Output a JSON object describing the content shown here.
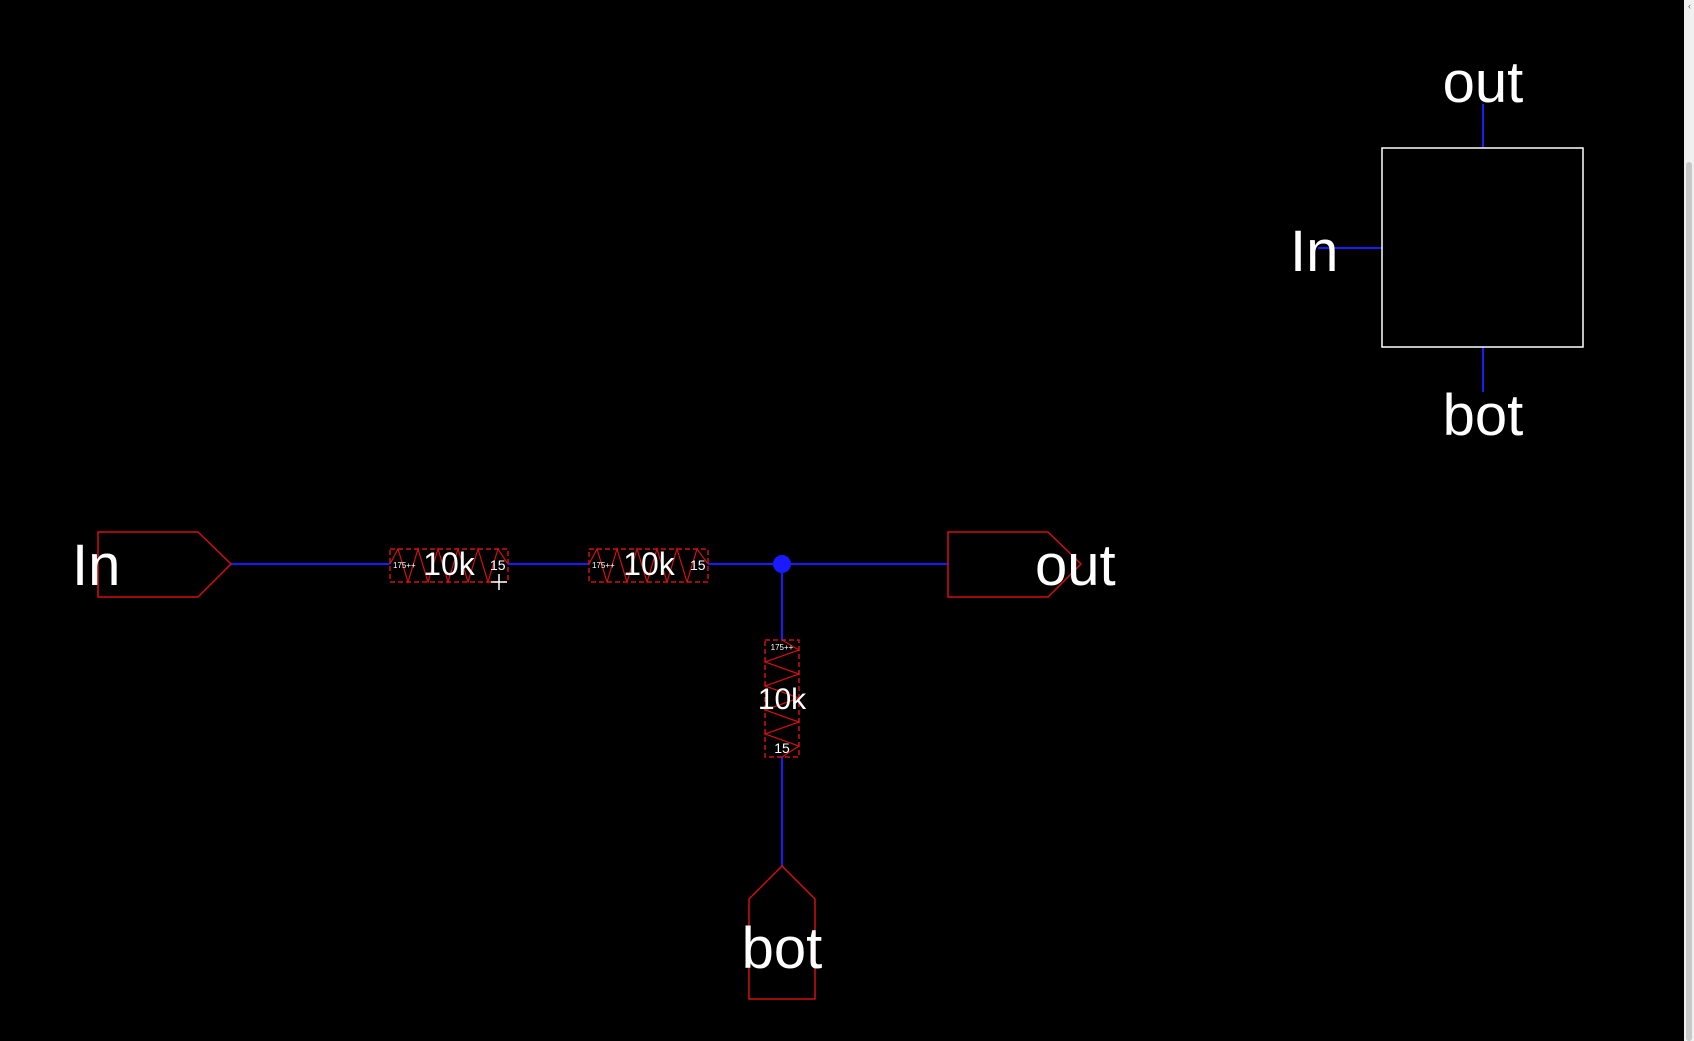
{
  "schematic": {
    "pins": {
      "in_label": "In",
      "out_label": "out",
      "bot_label": "bot"
    },
    "resistors": [
      {
        "value": "10k",
        "left_tag": "175++",
        "right_tag": "15"
      },
      {
        "value": "10k",
        "left_tag": "175++",
        "right_tag": "15"
      },
      {
        "value": "10k",
        "top_tag": "175++",
        "bottom_tag": "15"
      }
    ]
  },
  "symbol": {
    "top_pin": "out",
    "left_pin": "In",
    "bottom_pin": "bot"
  },
  "colors": {
    "background": "#000000",
    "wire": "#1a1aff",
    "component": "#d01010",
    "text": "#ffffff",
    "symbol_outline": "#ffffff"
  }
}
